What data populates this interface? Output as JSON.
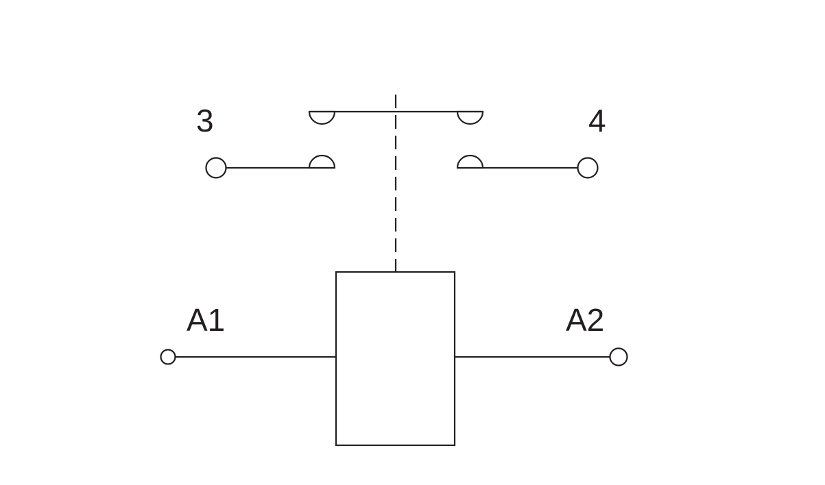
{
  "labels": {
    "contact_left": "3",
    "contact_right": "4",
    "coil_left": "A1",
    "coil_right": "A2"
  },
  "colors": {
    "line": "#231f20",
    "background": "#ffffff"
  }
}
